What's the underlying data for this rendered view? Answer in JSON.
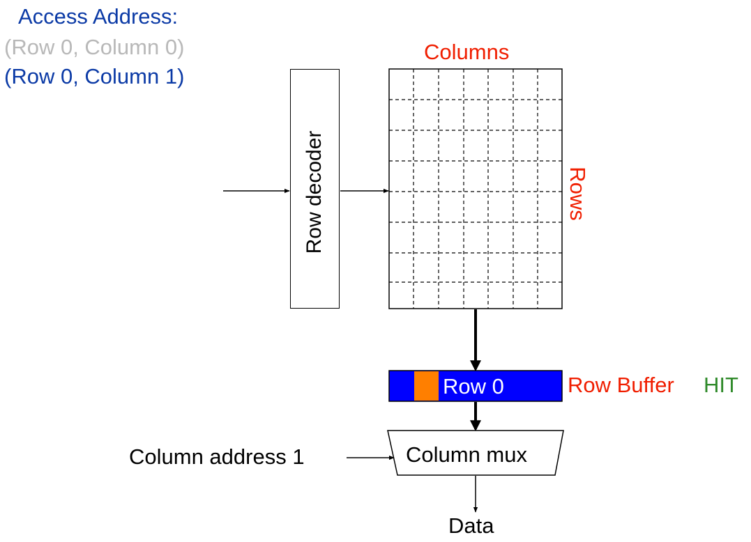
{
  "access": {
    "title": "Access Address:",
    "previous": "(Row 0, Column 0)",
    "current": "(Row 0, Column 1)"
  },
  "array": {
    "columns_label": "Columns",
    "rows_label": "Rows"
  },
  "decoder": {
    "label": "Row decoder"
  },
  "row_buffer": {
    "content": "Row 0",
    "label": "Row Buffer",
    "status": "HIT"
  },
  "column_mux": {
    "label": "Column mux",
    "input_label": "Column address 1"
  },
  "output": {
    "label": "Data"
  },
  "colors": {
    "blue_text": "#0b3aa6",
    "grey_text": "#b8b8b8",
    "red_text": "#f01e00",
    "green_text": "#2f8a2a",
    "buffer_fill": "#0000ff",
    "buffer_highlight": "#ff7f00"
  }
}
